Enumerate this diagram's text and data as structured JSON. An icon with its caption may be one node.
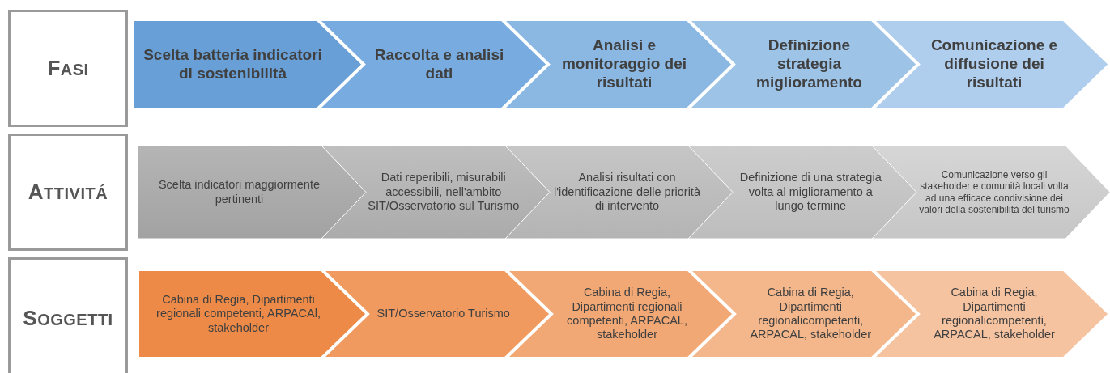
{
  "diagram": {
    "nodes": [
      {
        "text": [
          "FASI"
        ]
      },
      {
        "text": [
          "Scelta batteria indicatori di sostenibilità"
        ]
      },
      {
        "text": [
          "Raccolta e analisi dati"
        ]
      },
      {
        "text": [
          "Analisi e monitoraggio dei risultati"
        ]
      },
      {
        "text": [
          "Definizione strategia miglioramento"
        ]
      },
      {
        "text": [
          "Comunicazione e diffusione dei risultati"
        ]
      },
      {
        "text": [
          "ATTIVITÁ"
        ]
      },
      {
        "text": [
          "Scelta indicatori maggiormente pertinenti"
        ]
      },
      {
        "text": [
          "Dati reperibili, misurabili accessibili, nell'ambito SIT/Osservatorio sul Turismo"
        ]
      },
      {
        "text": [
          "Analisi risultati con l'identificazione delle priorità di intervento"
        ]
      },
      {
        "text": [
          "Definizione di una strategia volta al miglioramento a lungo termine"
        ]
      },
      {
        "text": [
          "Comunicazione verso gli stakeholder e comunità locali volta ad una efficace condivisione dei valori della sostenibilità del turismo"
        ]
      },
      {
        "text": [
          "SOGGETTI"
        ]
      },
      {
        "text": [
          "Cabina di Regia, Dipartimenti regionali competenti, ARPACAl, stakeholder"
        ]
      },
      {
        "text": [
          "SIT/Osservatorio Turismo"
        ]
      },
      {
        "text": [
          "Cabina di Regia, Dipartimenti regionali competenti, ARPACAL, stakeholder"
        ]
      },
      {
        "text": [
          "Cabina di Regia, Dipartimenti regionalicompetenti, ARPACAL, stakeholder"
        ]
      },
      {
        "text": [
          "Cabina di Regia, Dipartimenti regionalicompetenti, ARPACAL, stakeholder"
        ]
      }
    ]
  }
}
